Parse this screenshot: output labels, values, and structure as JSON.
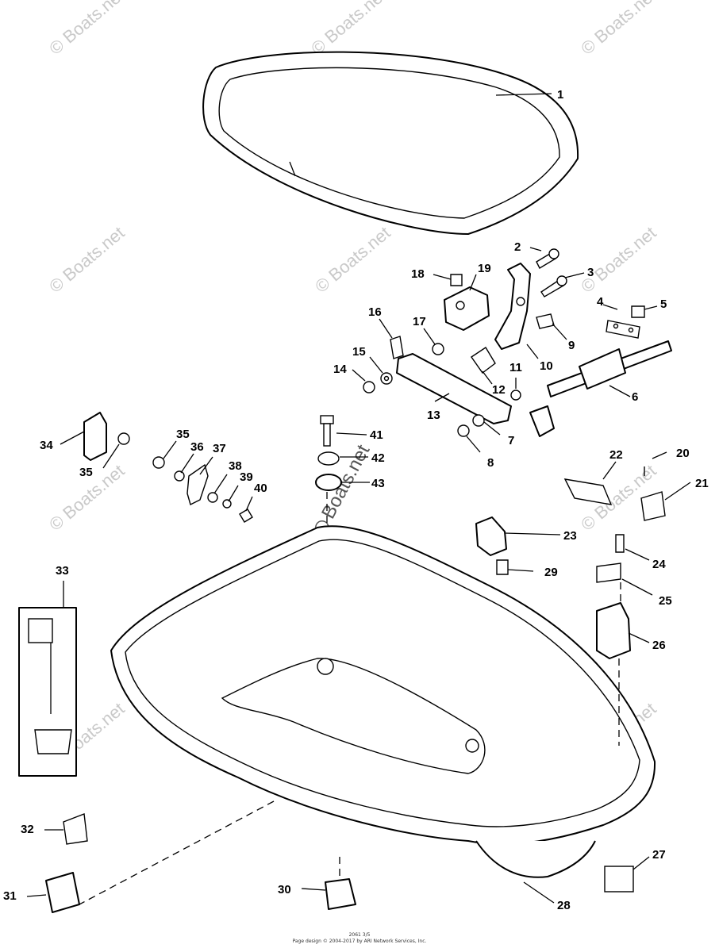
{
  "watermark": {
    "text": "© Boats.net",
    "center_text": "Boats.net"
  },
  "footer": {
    "code": "2061 3/5",
    "copyright": "Page design © 2004-2017 by ARI Network Services, Inc."
  },
  "callouts": [
    "1",
    "2",
    "3",
    "4",
    "5",
    "6",
    "7",
    "8",
    "9",
    "10",
    "11",
    "12",
    "13",
    "14",
    "15",
    "16",
    "17",
    "18",
    "19",
    "20",
    "21",
    "22",
    "23",
    "24",
    "25",
    "26",
    "27",
    "28",
    "29",
    "30",
    "31",
    "32",
    "33",
    "34",
    "35",
    "35",
    "36",
    "37",
    "38",
    "39",
    "40",
    "41",
    "42",
    "43"
  ]
}
